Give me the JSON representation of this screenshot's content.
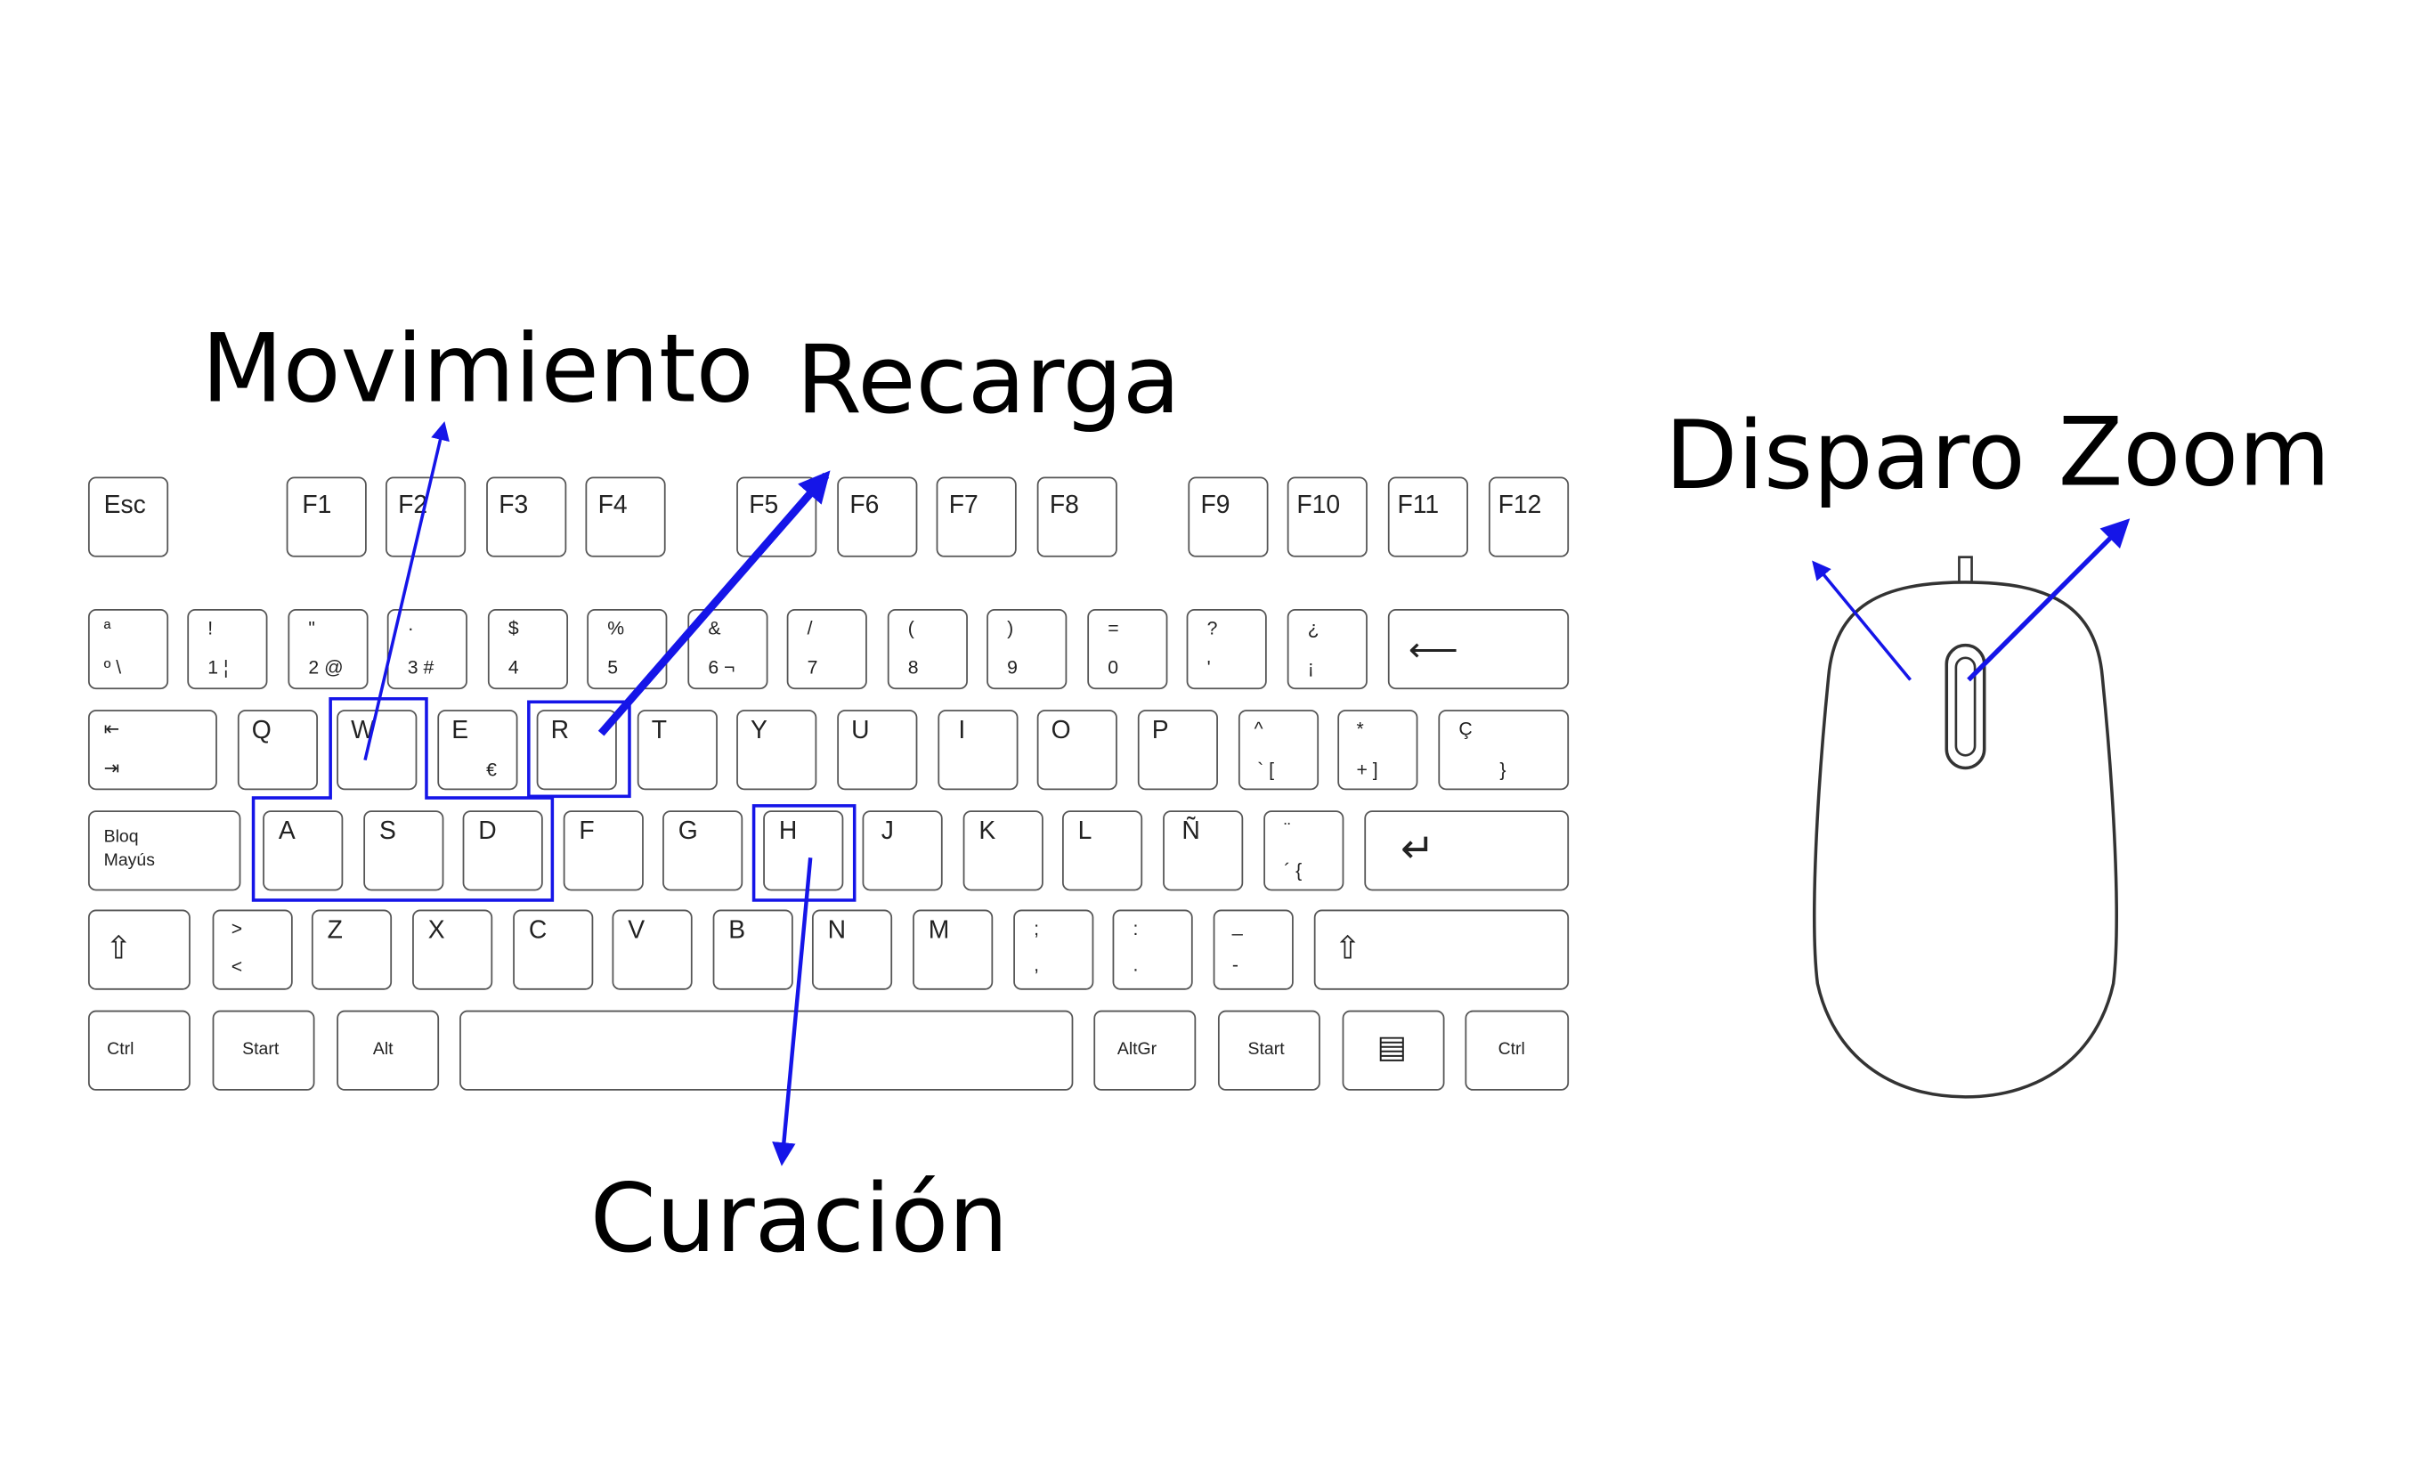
{
  "labels": {
    "movimiento": "Movimiento",
    "recarga": "Recarga",
    "curacion": "Curación",
    "disparo": "Disparo",
    "zoom": "Zoom"
  },
  "keys": {
    "esc": "Esc",
    "f1": "F1",
    "f2": "F2",
    "f3": "F3",
    "f4": "F4",
    "f5": "F5",
    "f6": "F6",
    "f7": "F7",
    "f8": "F8",
    "f9": "F9",
    "f10": "F10",
    "f11": "F11",
    "f12": "F12",
    "n_ord_top": "ª",
    "n_ord_bot": "º \\",
    "n1_top": "!",
    "n1_bot": "1 ¦",
    "n2_top": "\"",
    "n2_bot": "2 @",
    "n3_top": "·",
    "n3_bot": "3 #",
    "n4_top": "$",
    "n4_bot": "4",
    "n5_top": "%",
    "n5_bot": "5",
    "n6_top": "&",
    "n6_bot": "6 ¬",
    "n7_top": "/",
    "n7_bot": "7",
    "n8_top": "(",
    "n8_bot": "8",
    "n9_top": ")",
    "n9_bot": "9",
    "n0_top": "=",
    "n0_bot": "0",
    "q_top": "?",
    "q_bot": "'",
    "iq_top": "¿",
    "iq_bot": "¡",
    "backspace": "⟵",
    "tab_top": "⇤",
    "tab_bot": "⇥",
    "q": "Q",
    "w": "W",
    "e": "E",
    "e_alt": "€",
    "r": "R",
    "t": "T",
    "y": "Y",
    "u": "U",
    "i": "I",
    "o": "O",
    "p": "P",
    "grave_top": "^",
    "grave_bot": "` [",
    "plus_top": "*",
    "plus_bot": "+ ]",
    "cced_top": "Ç",
    "cced_bot": "}",
    "caps": "Bloq\nMayús",
    "a": "A",
    "s": "S",
    "d": "D",
    "f": "F",
    "g": "G",
    "h": "H",
    "j": "J",
    "k": "K",
    "l": "L",
    "enye": "Ñ",
    "acute_top": "¨",
    "acute_bot": "´ {",
    "enter": "↵",
    "shift_l": "⇧",
    "lt_top": ">",
    "lt_bot": "<",
    "z": "Z",
    "x": "X",
    "c": "C",
    "v": "V",
    "b": "B",
    "n": "N",
    "m": "M",
    "comma_top": ";",
    "comma_bot": ",",
    "period_top": ":",
    "period_bot": ".",
    "minus_top": "_",
    "minus_bot": "-",
    "shift_r": "⇧",
    "ctrl_l": "Ctrl",
    "start_l": "Start",
    "alt": "Alt",
    "altgr": "AltGr",
    "start_r": "Start",
    "menu": "▤",
    "ctrl_r": "Ctrl"
  },
  "colors": {
    "accent": "#1515e8",
    "key_border": "#555555",
    "label": "#000000"
  }
}
